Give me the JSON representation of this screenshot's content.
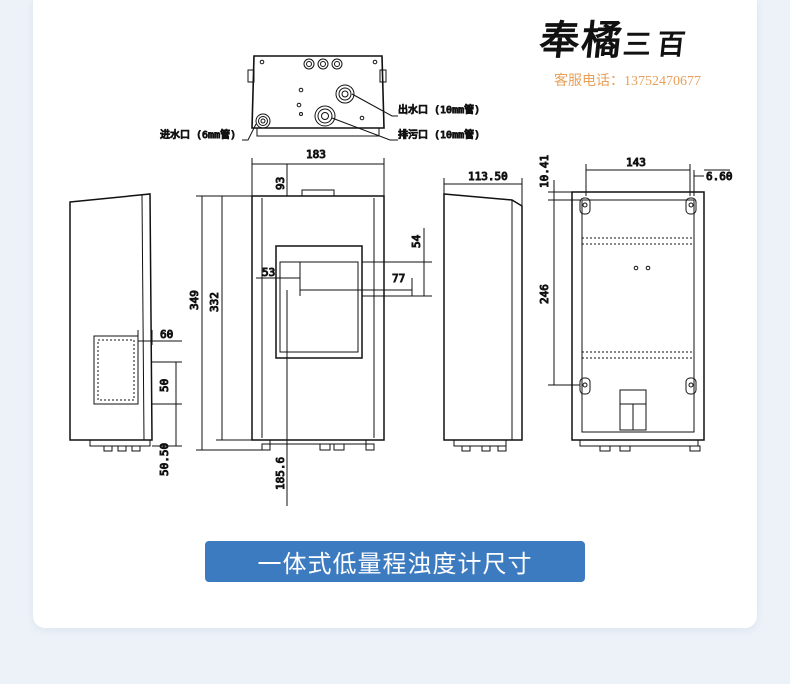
{
  "brand": {
    "name": "奉橘",
    "name_suffix": "三百",
    "service_line": "客服电话：13752470677"
  },
  "labels": {
    "outlet": "出水口 (10mm管)",
    "inlet": "进水口 (6mm管)",
    "drain": "排污口 (10mm管)"
  },
  "dimensions": {
    "front_width": "183",
    "top_offset": "93",
    "window_height": "54",
    "window_left": "53",
    "window_inner": "77",
    "total_height": "349",
    "body_height": "332",
    "bottom_offset": "185.6",
    "side_depth": "113.50",
    "back_width": "143",
    "back_top": "10.41",
    "back_right": "6.60",
    "hole_spacing": "246",
    "box_width": "60",
    "box_height": "50",
    "box_bottom": "50.50"
  },
  "caption": "一体式低量程浊度计尺寸"
}
